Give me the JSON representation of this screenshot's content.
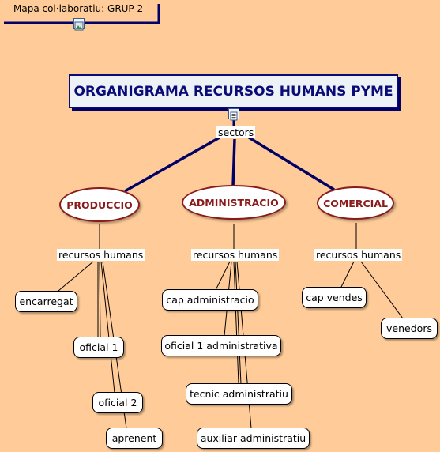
{
  "header": {
    "label": "Mapa col·laboratiu: GRUP 2"
  },
  "title": "ORGANIGRAMA RECURSOS HUMANS PYME",
  "links": {
    "sectors": "sectors",
    "recursos_humans": "recursos humans"
  },
  "sectors": [
    {
      "label": "PRODUCCIO"
    },
    {
      "label": "ADMINISTRACIO"
    },
    {
      "label": "COMERCIAL"
    }
  ],
  "nodes": {
    "encarregat": "encarregat",
    "oficial_1": "oficial 1",
    "oficial_2": "oficial 2",
    "aprenent": "aprenent",
    "cap_administracio": "cap administracio",
    "oficial_1_administrativa": "oficial 1 administrativa",
    "tecnic_administratiu": "tecnic administratiu",
    "auxiliar_administratiu": "auxiliar administratiu",
    "cap_vendes": "cap vendes",
    "venedors": "venedors"
  },
  "icons": {
    "header": "image-icon",
    "title": "document-icon"
  },
  "colors": {
    "background": "#FFCC99",
    "title_text": "#0B0B78",
    "sector_text": "#8B1A1A",
    "connector": "#000066"
  }
}
